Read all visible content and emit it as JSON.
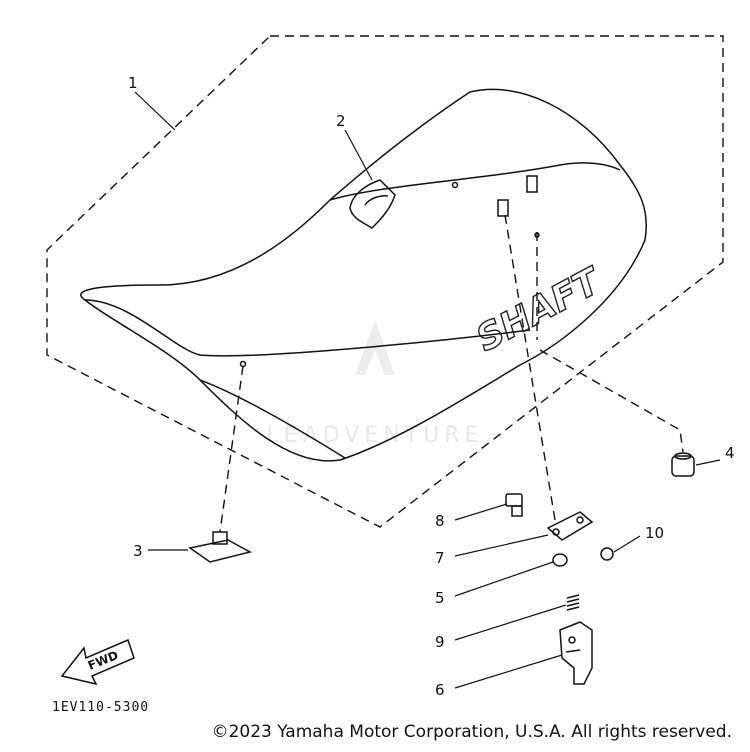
{
  "diagram": {
    "seat_decal": "SHAFT",
    "fwd_label": "FWD",
    "reference_code": "1EV110-5300",
    "watermark": "LEADVENTURE",
    "copyright": "©2023 Yamaha Motor Corporation, U.S.A. All rights reserved.",
    "callouts": [
      {
        "id": "1",
        "part": "seat"
      },
      {
        "id": "2",
        "part": "grab strap"
      },
      {
        "id": "3",
        "part": "seat bracket"
      },
      {
        "id": "4",
        "part": "damper"
      },
      {
        "id": "5",
        "part": "collar"
      },
      {
        "id": "6",
        "part": "seat lock"
      },
      {
        "id": "7",
        "part": "lock plate"
      },
      {
        "id": "8",
        "part": "bolt"
      },
      {
        "id": "9",
        "part": "spring"
      },
      {
        "id": "10",
        "part": "nut"
      }
    ]
  }
}
